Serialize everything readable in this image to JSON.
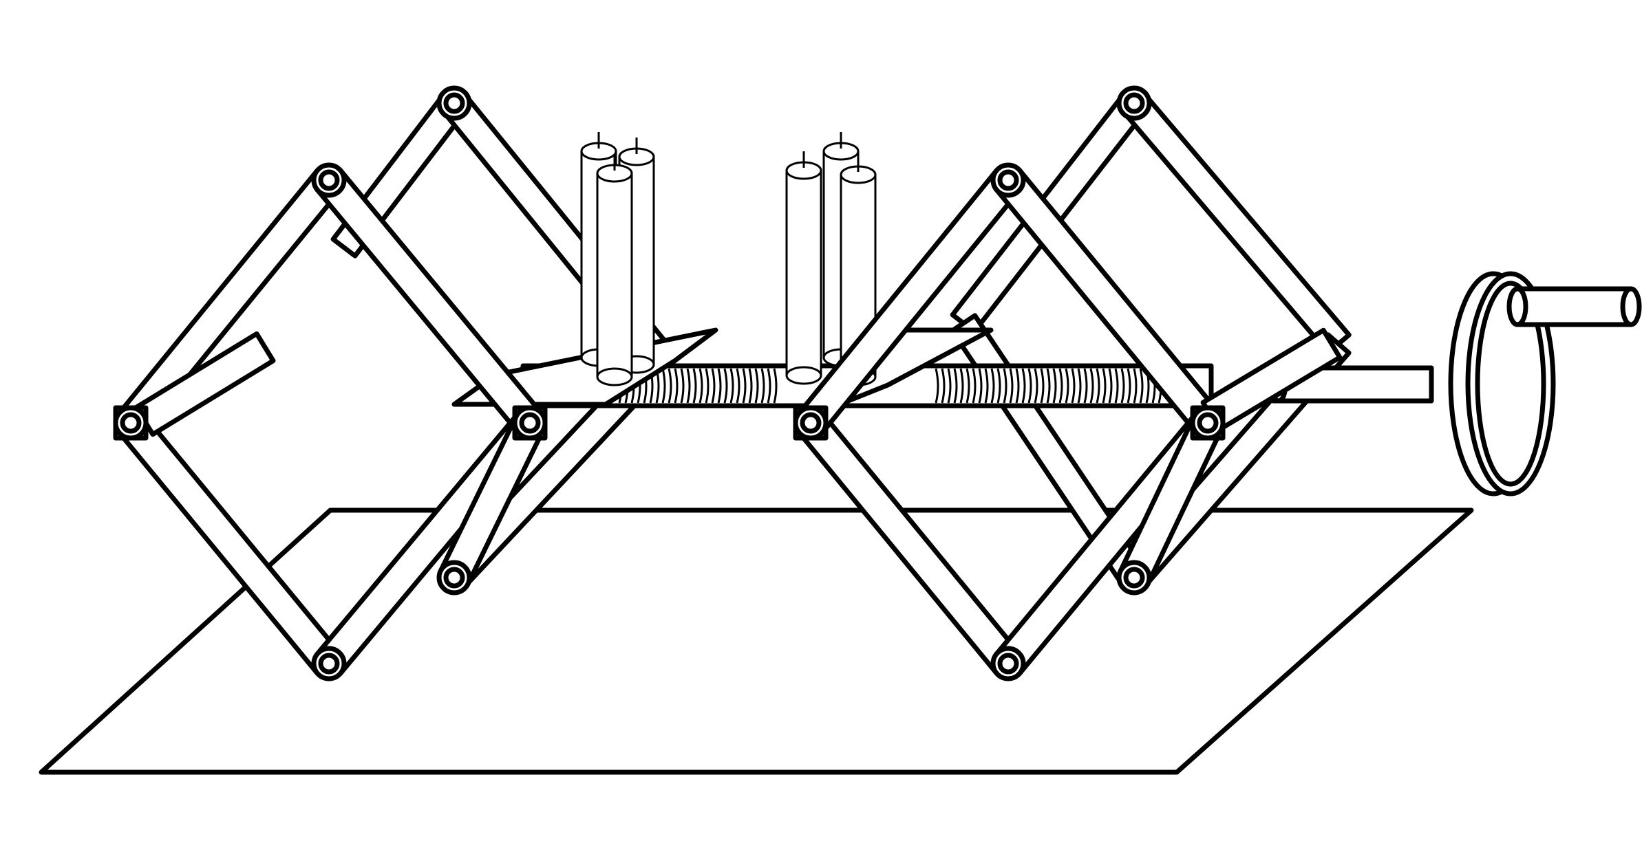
{
  "figure": {
    "description_kind": "line drawing",
    "stroke_color": "#000000",
    "background_color": "#ffffff",
    "components": {
      "base": "base-plate",
      "mechanism": "scissor-lift-frame",
      "screw": "threaded-lead-screw",
      "drive": "hand-crank-wheel",
      "load": [
        "candle-group-left",
        "candle-group-right"
      ]
    },
    "counts": {
      "pivot_pins": 12,
      "candles_per_group": 3,
      "candle_groups": 2
    }
  }
}
